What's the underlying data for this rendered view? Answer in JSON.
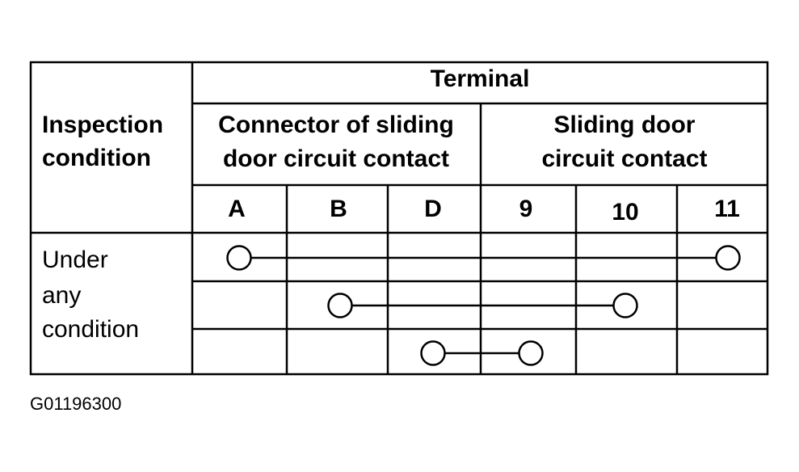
{
  "header": {
    "inspection_condition": [
      "Inspection",
      "condition"
    ],
    "terminal": "Terminal",
    "group_connector": [
      "Connector of sliding",
      "door circuit contact"
    ],
    "group_sliding": [
      "Sliding door",
      "circuit contact"
    ]
  },
  "columns": [
    "A",
    "B",
    "D",
    "9",
    "10",
    "11"
  ],
  "row_label": [
    "Under",
    "any",
    "condition"
  ],
  "continuity": [
    {
      "from": "A",
      "to": "11"
    },
    {
      "from": "B",
      "to": "10"
    },
    {
      "from": "D",
      "to": "9"
    }
  ],
  "figure_code": "G01196300"
}
